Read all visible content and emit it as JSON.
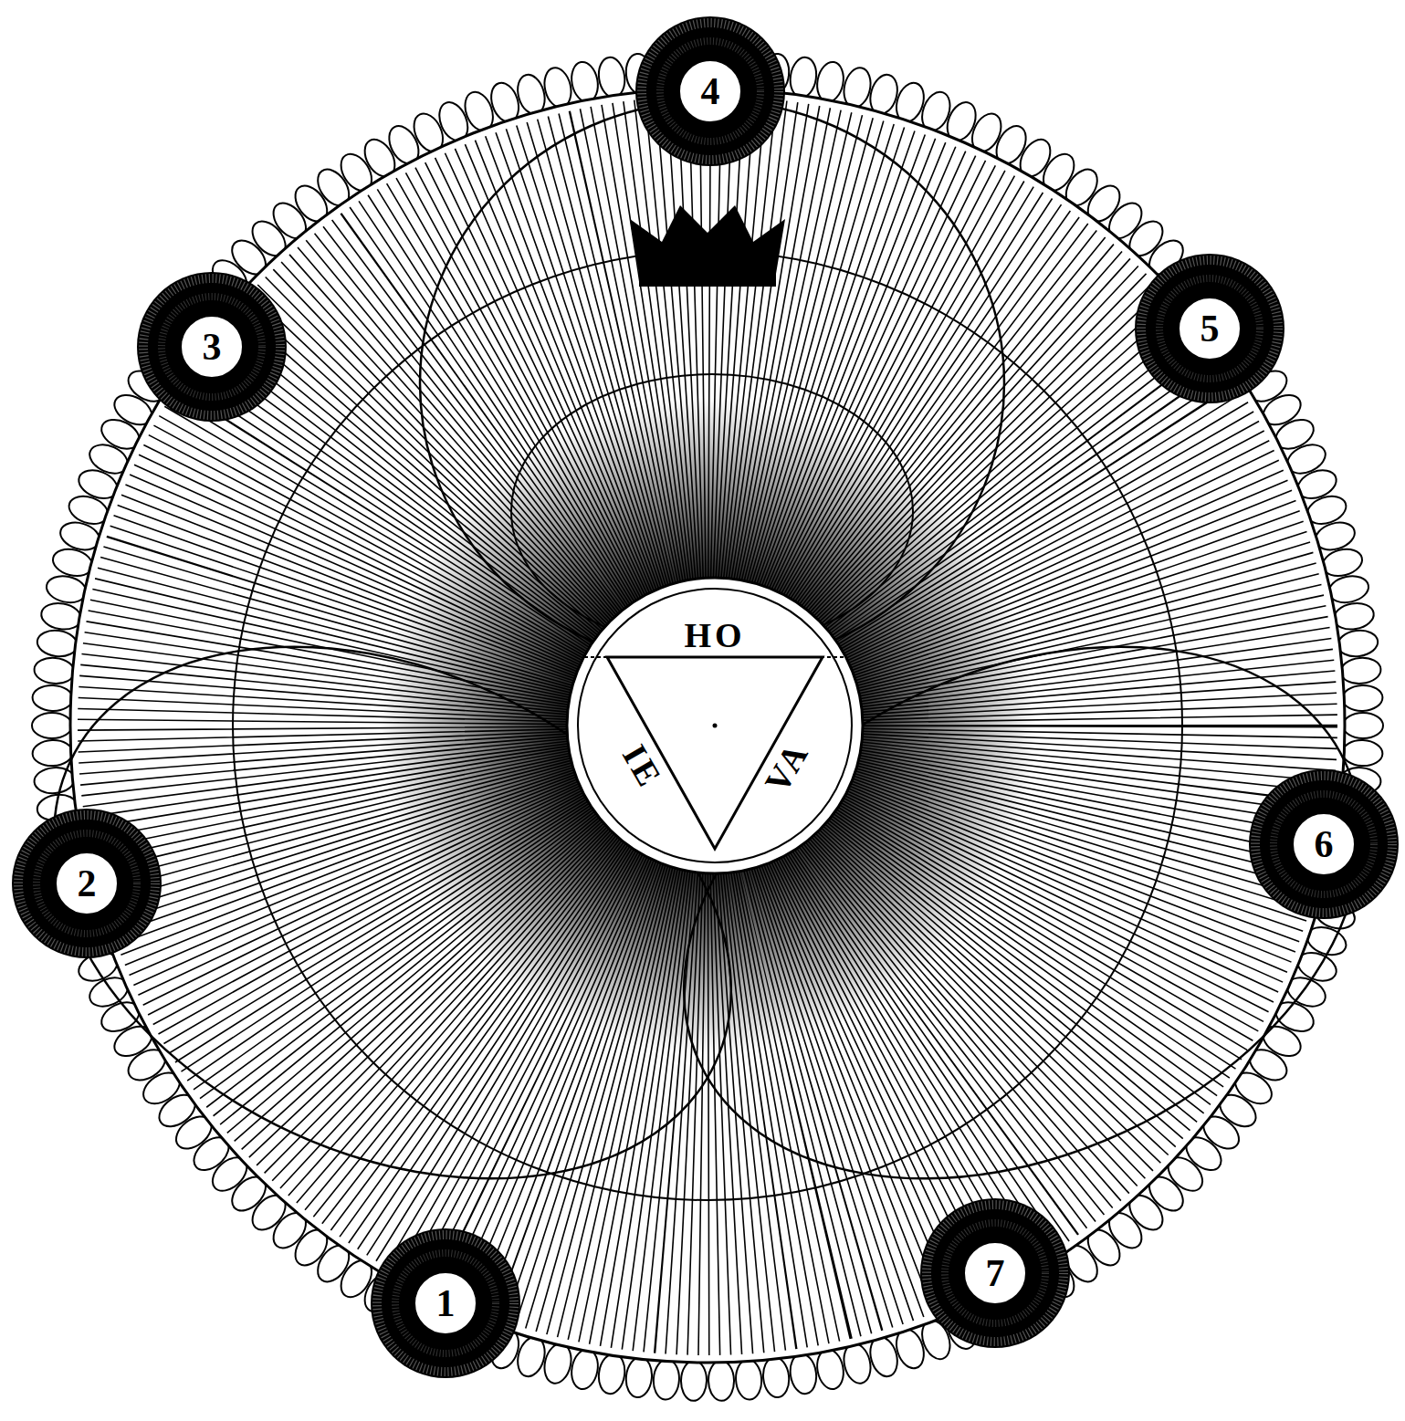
{
  "diagram": {
    "nodes": [
      {
        "text": [
          "1"
        ]
      },
      {
        "text": [
          "2"
        ]
      },
      {
        "text": [
          "3"
        ]
      },
      {
        "text": [
          "4"
        ]
      },
      {
        "text": [
          "5"
        ]
      },
      {
        "text": [
          "6"
        ]
      },
      {
        "text": [
          "7"
        ]
      },
      {
        "text": [
          "HO",
          "IE",
          "VA"
        ]
      }
    ]
  }
}
